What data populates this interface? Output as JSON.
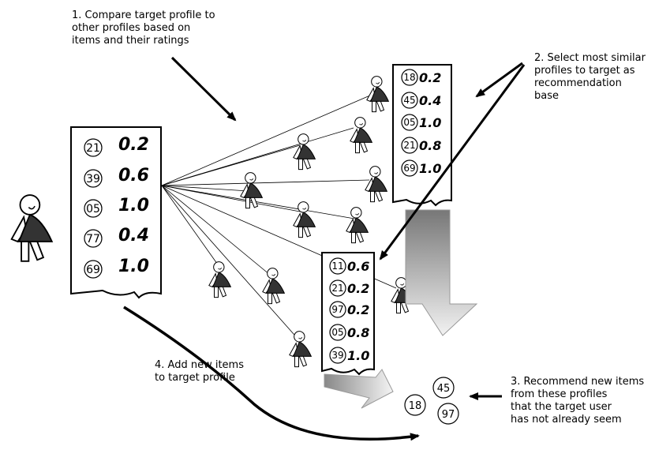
{
  "steps": {
    "step1": "1. Compare target profile to\nother profiles based on\nitems and their ratings",
    "step2": "2. Select most similar\nprofiles to target as\nrecommendation\nbase",
    "step3": "3. Recommend new items\nfrom these profiles\nthat the target user\nhas not already seem",
    "step4": "4. Add new items\nto target profile"
  },
  "target_profile": {
    "items": [
      {
        "id": "21",
        "rating": "0.2"
      },
      {
        "id": "39",
        "rating": "0.6"
      },
      {
        "id": "05",
        "rating": "1.0"
      },
      {
        "id": "77",
        "rating": "0.4"
      },
      {
        "id": "69",
        "rating": "1.0"
      }
    ]
  },
  "similar_profile_1": {
    "items": [
      {
        "id": "18",
        "rating": "0.2"
      },
      {
        "id": "45",
        "rating": "0.4"
      },
      {
        "id": "05",
        "rating": "1.0"
      },
      {
        "id": "21",
        "rating": "0.8"
      },
      {
        "id": "69",
        "rating": "1.0"
      }
    ]
  },
  "similar_profile_2": {
    "items": [
      {
        "id": "11",
        "rating": "0.6"
      },
      {
        "id": "21",
        "rating": "0.2"
      },
      {
        "id": "97",
        "rating": "0.2"
      },
      {
        "id": "05",
        "rating": "0.8"
      },
      {
        "id": "39",
        "rating": "1.0"
      }
    ]
  },
  "recommended_items": [
    "45",
    "18",
    "97"
  ],
  "colors": {
    "figure_fill": "#3a3a3a",
    "line": "#000000",
    "arrow_gradient_dark": "#777777",
    "arrow_gradient_light": "#f2f2f2"
  },
  "icons": [
    "user-figure-icon",
    "item-circle-icon",
    "arrow-icon"
  ]
}
